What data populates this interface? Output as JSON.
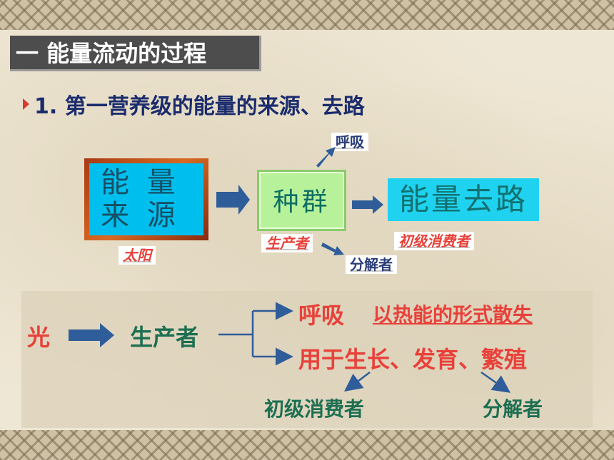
{
  "slide": {
    "title": "一 能量流动的过程",
    "subtitle": "1. 第一营养级的能量的来源、去路"
  },
  "top_diagram": {
    "source_line1": "能 量",
    "source_line2": "来 源",
    "source_caption": "太阳",
    "population": "种群",
    "population_caption": "生产者",
    "respiration": "呼吸",
    "decomposer": "分解者",
    "fate": "能量去路",
    "fate_caption": "初级消费者"
  },
  "bottom_flow": {
    "light": "光",
    "producer": "生产者",
    "respiration": "呼吸",
    "heat_loss": "以热能的形式散失",
    "growth": "用于生长、发育、繁殖",
    "primary_consumer": "初级消费者",
    "decomposer": "分解者"
  },
  "colors": {
    "title_bg": "#4d4d4d",
    "subtitle": "#1b2c6d",
    "source_fill": "#00bfef",
    "population_fill": "#b7f29a",
    "fate_fill": "#1fd3f0",
    "red_text": "#e8413a",
    "green_text": "#1d6f52",
    "arrow_blue": "#2f5d9a"
  }
}
